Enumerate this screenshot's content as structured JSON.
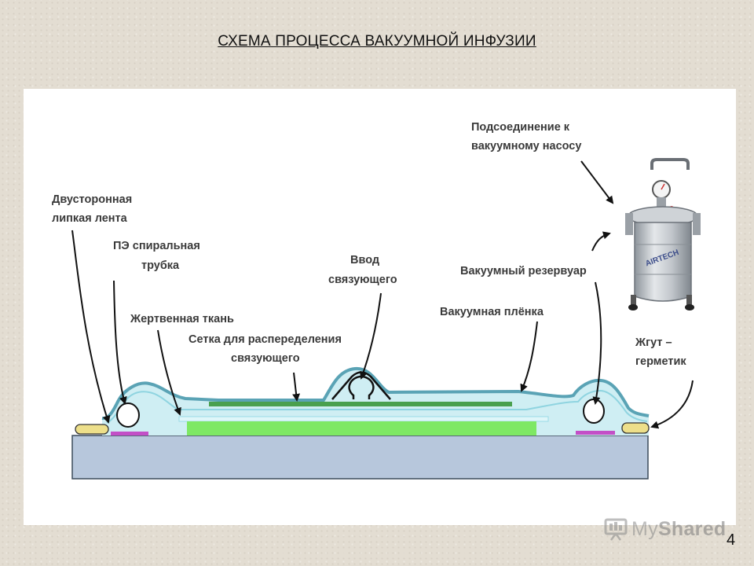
{
  "title": "СХЕМА ПРОЦЕССА ВАКУУМНОЙ ИНФУЗИИ",
  "page_number": "4",
  "watermark": {
    "part1": "My",
    "part2": "Shared"
  },
  "labels": {
    "pump_connection": [
      "Подсоединение к",
      "вакуумному насосу"
    ],
    "double_tape": [
      "Двусторонная",
      "липкая лента"
    ],
    "spiral_tube": [
      "ПЭ спиральная",
      "трубка"
    ],
    "resin_inlet": [
      "Ввод",
      "связующего"
    ],
    "vacuum_reservoir": [
      "Вакуумный резервуар"
    ],
    "peel_ply": [
      "Жертвенная ткань"
    ],
    "vacuum_film": [
      "Вакуумная плёнка"
    ],
    "distribution_mesh": [
      "Сетка для распеределения",
      "связующего"
    ],
    "sealant": [
      "Жгут –",
      "герметик"
    ],
    "reservoir_brand": "AIRTECH"
  },
  "colors": {
    "mold": "#b7c7dc",
    "bag_fill": "#cfeef3",
    "vacuum_film": "#5aa3b5",
    "laminate": "#7ee864",
    "mesh": "#49a04e",
    "sealant": "#eddf8a",
    "tape": "#c34fc7"
  }
}
